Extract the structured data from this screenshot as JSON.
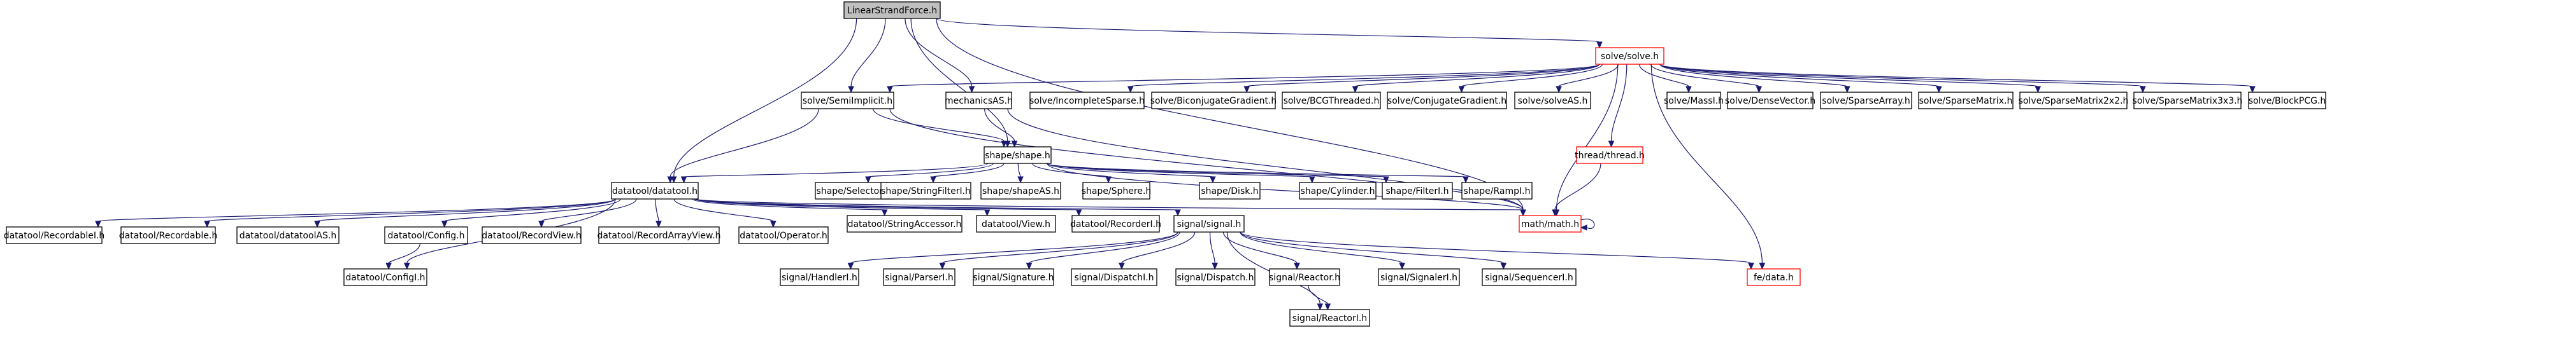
{
  "colors": {
    "edge": "#191970",
    "root_fill": "#bfbfbf",
    "node_border": "#000000",
    "missing_border": "#ff0000",
    "node_fill": "#ffffff"
  },
  "nodes": [
    {
      "id": "root",
      "label": "LinearStrandForce.h",
      "kind": "root"
    },
    {
      "id": "solve",
      "label": "solve/solve.h",
      "kind": "missing"
    },
    {
      "id": "semi",
      "label": "solve/SemiImplicit.h",
      "kind": "plain"
    },
    {
      "id": "mechAS",
      "label": "mechanicsAS.h",
      "kind": "plain"
    },
    {
      "id": "incsparse",
      "label": "solve/IncompleteSparse.h",
      "kind": "plain"
    },
    {
      "id": "bicg",
      "label": "solve/BiconjugateGradient.h",
      "kind": "plain"
    },
    {
      "id": "bcgth",
      "label": "solve/BCGThreaded.h",
      "kind": "plain"
    },
    {
      "id": "cg",
      "label": "solve/ConjugateGradient.h",
      "kind": "plain"
    },
    {
      "id": "solveAS",
      "label": "solve/solveAS.h",
      "kind": "plain"
    },
    {
      "id": "massl",
      "label": "solve/MassI.h",
      "kind": "plain"
    },
    {
      "id": "densevec",
      "label": "solve/DenseVector.h",
      "kind": "plain"
    },
    {
      "id": "sparr",
      "label": "solve/SparseArray.h",
      "kind": "plain"
    },
    {
      "id": "spmat",
      "label": "solve/SparseMatrix.h",
      "kind": "plain"
    },
    {
      "id": "spmat2",
      "label": "solve/SparseMatrix2x2.h",
      "kind": "plain"
    },
    {
      "id": "spmat3",
      "label": "solve/SparseMatrix3x3.h",
      "kind": "plain"
    },
    {
      "id": "bpcg",
      "label": "solve/BlockPCG.h",
      "kind": "plain"
    },
    {
      "id": "shape",
      "label": "shape/shape.h",
      "kind": "plain"
    },
    {
      "id": "thread",
      "label": "thread/thread.h",
      "kind": "missing"
    },
    {
      "id": "datatool",
      "label": "datatool/datatool.h",
      "kind": "plain"
    },
    {
      "id": "selector",
      "label": "shape/SelectorI.h",
      "kind": "plain"
    },
    {
      "id": "strfilter",
      "label": "shape/StringFilterI.h",
      "kind": "plain"
    },
    {
      "id": "shapeAS",
      "label": "shape/shapeAS.h",
      "kind": "plain"
    },
    {
      "id": "sphere",
      "label": "shape/Sphere.h",
      "kind": "plain"
    },
    {
      "id": "disk",
      "label": "shape/Disk.h",
      "kind": "plain"
    },
    {
      "id": "cylinder",
      "label": "shape/Cylinder.h",
      "kind": "plain"
    },
    {
      "id": "filter",
      "label": "shape/FilterI.h",
      "kind": "plain"
    },
    {
      "id": "rampi",
      "label": "shape/RampI.h",
      "kind": "plain"
    },
    {
      "id": "mathh",
      "label": "math/math.h",
      "kind": "missing"
    },
    {
      "id": "recI",
      "label": "datatool/RecordableI.h",
      "kind": "plain"
    },
    {
      "id": "rec",
      "label": "datatool/Recordable.h",
      "kind": "plain"
    },
    {
      "id": "dtAS",
      "label": "datatool/datatoolAS.h",
      "kind": "plain"
    },
    {
      "id": "config",
      "label": "datatool/Config.h",
      "kind": "plain"
    },
    {
      "id": "configI",
      "label": "datatool/ConfigI.h",
      "kind": "plain"
    },
    {
      "id": "recview",
      "label": "datatool/RecordView.h",
      "kind": "plain"
    },
    {
      "id": "recarrview",
      "label": "datatool/RecordArrayView.h",
      "kind": "plain"
    },
    {
      "id": "operator",
      "label": "datatool/Operator.h",
      "kind": "plain"
    },
    {
      "id": "straccess",
      "label": "datatool/StringAccessor.h",
      "kind": "plain"
    },
    {
      "id": "view",
      "label": "datatool/View.h",
      "kind": "plain"
    },
    {
      "id": "recorder",
      "label": "datatool/RecorderI.h",
      "kind": "plain"
    },
    {
      "id": "signal",
      "label": "signal/signal.h",
      "kind": "plain"
    },
    {
      "id": "handler",
      "label": "signal/HandlerI.h",
      "kind": "plain"
    },
    {
      "id": "parser",
      "label": "signal/ParserI.h",
      "kind": "plain"
    },
    {
      "id": "signature",
      "label": "signal/Signature.h",
      "kind": "plain"
    },
    {
      "id": "dispatchI",
      "label": "signal/DispatchI.h",
      "kind": "plain"
    },
    {
      "id": "dispatch",
      "label": "signal/Dispatch.h",
      "kind": "plain"
    },
    {
      "id": "reactor",
      "label": "signal/Reactor.h",
      "kind": "plain"
    },
    {
      "id": "reactorI",
      "label": "signal/ReactorI.h",
      "kind": "plain"
    },
    {
      "id": "signaler",
      "label": "signal/SignalerI.h",
      "kind": "plain"
    },
    {
      "id": "sequencer",
      "label": "signal/SequencerI.h",
      "kind": "plain"
    },
    {
      "id": "fedata",
      "label": "fe/data.h",
      "kind": "missing"
    }
  ],
  "edges": [
    [
      "root",
      "solve"
    ],
    [
      "root",
      "semi"
    ],
    [
      "root",
      "mechAS"
    ],
    [
      "root",
      "shape"
    ],
    [
      "root",
      "datatool"
    ],
    [
      "root",
      "mathh"
    ],
    [
      "solve",
      "semi"
    ],
    [
      "solve",
      "incsparse"
    ],
    [
      "solve",
      "bicg"
    ],
    [
      "solve",
      "bcgth"
    ],
    [
      "solve",
      "cg"
    ],
    [
      "solve",
      "solveAS"
    ],
    [
      "solve",
      "massl"
    ],
    [
      "solve",
      "densevec"
    ],
    [
      "solve",
      "sparr"
    ],
    [
      "solve",
      "spmat"
    ],
    [
      "solve",
      "spmat2"
    ],
    [
      "solve",
      "spmat3"
    ],
    [
      "solve",
      "bpcg"
    ],
    [
      "solve",
      "thread"
    ],
    [
      "solve",
      "mathh"
    ],
    [
      "solve",
      "fedata"
    ],
    [
      "semi",
      "shape"
    ],
    [
      "semi",
      "datatool"
    ],
    [
      "semi",
      "mathh"
    ],
    [
      "mechAS",
      "shape"
    ],
    [
      "mechAS",
      "mathh"
    ],
    [
      "thread",
      "mathh"
    ],
    [
      "shape",
      "datatool"
    ],
    [
      "shape",
      "selector"
    ],
    [
      "shape",
      "strfilter"
    ],
    [
      "shape",
      "shapeAS"
    ],
    [
      "shape",
      "sphere"
    ],
    [
      "shape",
      "disk"
    ],
    [
      "shape",
      "cylinder"
    ],
    [
      "shape",
      "filter"
    ],
    [
      "shape",
      "rampi"
    ],
    [
      "shape",
      "mathh"
    ],
    [
      "datatool",
      "recI"
    ],
    [
      "datatool",
      "rec"
    ],
    [
      "datatool",
      "dtAS"
    ],
    [
      "datatool",
      "config"
    ],
    [
      "datatool",
      "configI"
    ],
    [
      "datatool",
      "recview"
    ],
    [
      "datatool",
      "recarrview"
    ],
    [
      "datatool",
      "operator"
    ],
    [
      "datatool",
      "straccess"
    ],
    [
      "datatool",
      "view"
    ],
    [
      "datatool",
      "recorder"
    ],
    [
      "datatool",
      "signal"
    ],
    [
      "datatool",
      "mathh"
    ],
    [
      "config",
      "configI"
    ],
    [
      "signal",
      "handler"
    ],
    [
      "signal",
      "parser"
    ],
    [
      "signal",
      "signature"
    ],
    [
      "signal",
      "dispatchI"
    ],
    [
      "signal",
      "dispatch"
    ],
    [
      "signal",
      "reactor"
    ],
    [
      "signal",
      "reactorI"
    ],
    [
      "signal",
      "signaler"
    ],
    [
      "signal",
      "sequencer"
    ],
    [
      "signal",
      "fedata"
    ],
    [
      "reactor",
      "reactorI"
    ],
    [
      "mathh",
      "mathh"
    ]
  ]
}
